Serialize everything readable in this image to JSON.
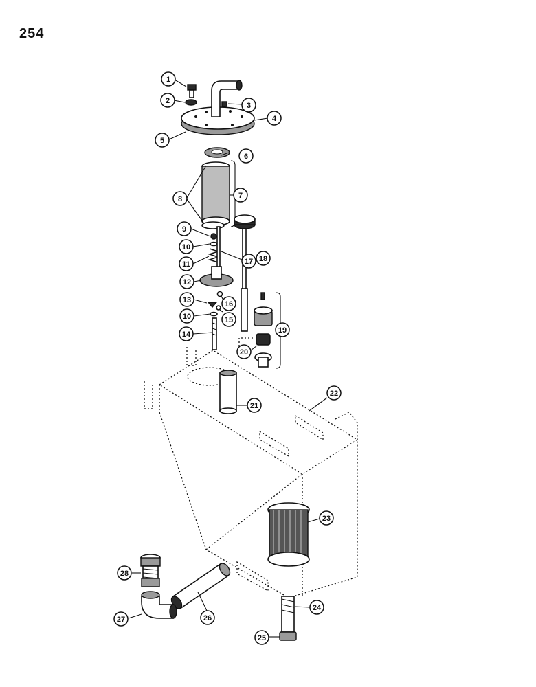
{
  "page": {
    "number": "254"
  },
  "callouts": [
    "1",
    "2",
    "3",
    "4",
    "5",
    "6",
    "7",
    "8",
    "9",
    "10",
    "11",
    "12",
    "13",
    "10",
    "14",
    "15",
    "16",
    "17",
    "18",
    "19",
    "20",
    "21",
    "22",
    "23",
    "24",
    "25",
    "26",
    "27",
    "28"
  ],
  "colors": {
    "ink": "#111111",
    "paper": "#ffffff",
    "shade": "#9a9a9a"
  }
}
